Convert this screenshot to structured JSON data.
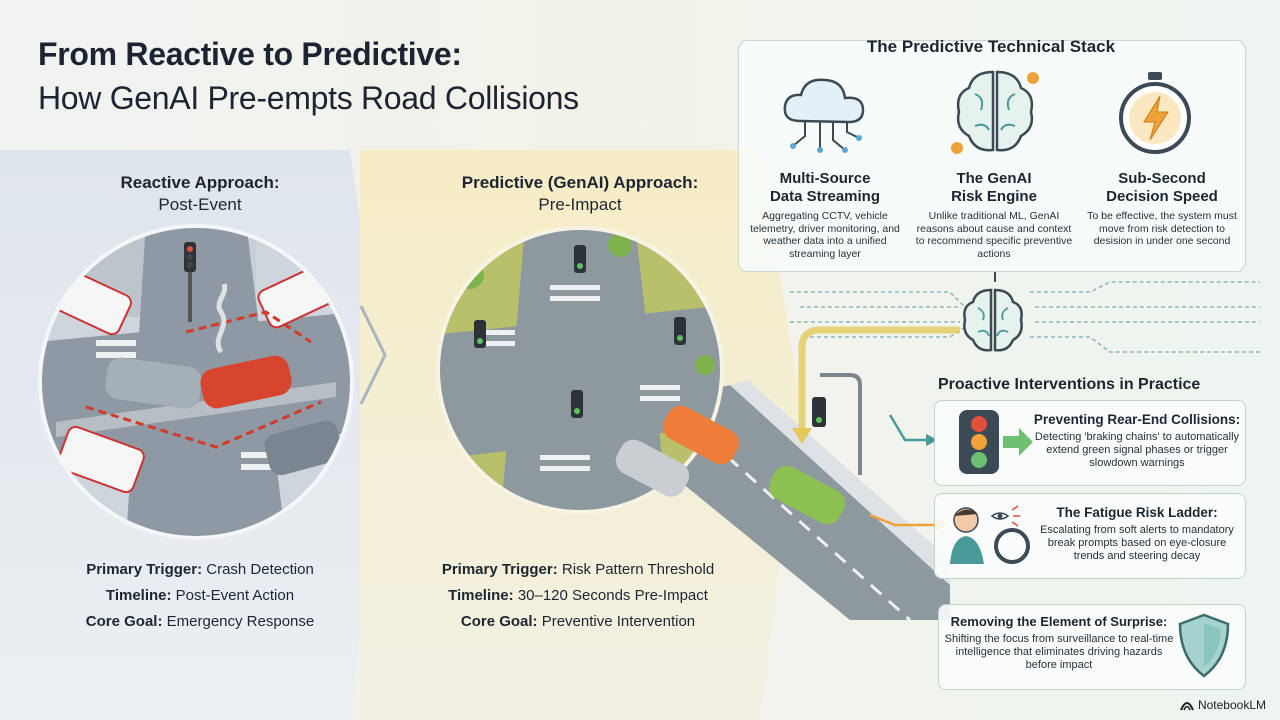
{
  "title": {
    "line1": "From Reactive to Predictive:",
    "line2": "How GenAI Pre-empts Road Collisions"
  },
  "reactive": {
    "heading": "Reactive Approach:",
    "subheading": "Post-Event",
    "stats": [
      {
        "label": "Primary Trigger:",
        "value": "Crash Detection"
      },
      {
        "label": "Timeline:",
        "value": "Post-Event Action"
      },
      {
        "label": "Core Goal:",
        "value": "Emergency Response"
      }
    ]
  },
  "predictive": {
    "heading": "Predictive (GenAI) Approach:",
    "subheading": "Pre-Impact",
    "stats": [
      {
        "label": "Primary Trigger:",
        "value": "Risk Pattern Threshold"
      },
      {
        "label": "Timeline:",
        "value": "30–120 Seconds Pre-Impact"
      },
      {
        "label": "Core Goal:",
        "value": "Preventive Intervention"
      }
    ]
  },
  "stack": {
    "title": "The Predictive Technical Stack",
    "items": [
      {
        "heading_line1": "Multi-Source",
        "heading_line2": "Data Streaming",
        "desc": "Aggregating CCTV, vehicle telemetry, driver monitoring, and weather data into a unified streaming layer",
        "icon": "cloud-network-icon"
      },
      {
        "heading_line1": "The GenAI",
        "heading_line2": "Risk Engine",
        "desc": "Unlike traditional ML, GenAI reasons about cause and context to recommend specific preventive actions",
        "icon": "brain-circuit-icon"
      },
      {
        "heading_line1": "Sub-Second",
        "heading_line2": "Decision Speed",
        "desc": "To be effective, the system must move from risk detection to desision in under one second",
        "icon": "stopwatch-icon"
      }
    ]
  },
  "interventions": {
    "title": "Proactive Interventions in Practice",
    "cards": [
      {
        "heading": "Preventing Rear-End Collisions:",
        "desc": "Detecting 'braking chains' to automatically extend green signal phases or trigger slowdown warnings",
        "icon": "traffic-light-icon"
      },
      {
        "heading": "The Fatigue Risk Ladder:",
        "desc": "Escalating from soft alerts to mandatory break prompts based on eye-closure trends and steering decay",
        "icon": "drowsy-driver-icon"
      },
      {
        "heading": "Removing the Element of Surprise:",
        "desc": "Shifting the focus from surveillance to real-time intelligence that eliminates driving hazards before impact",
        "icon": "shield-icon"
      }
    ]
  },
  "brand": {
    "name": "NotebookLM"
  },
  "colors": {
    "accent_green": "#6fbf73",
    "accent_orange": "#f08a3e",
    "teal": "#4a9a9a",
    "alert_red": "#e0503a"
  }
}
